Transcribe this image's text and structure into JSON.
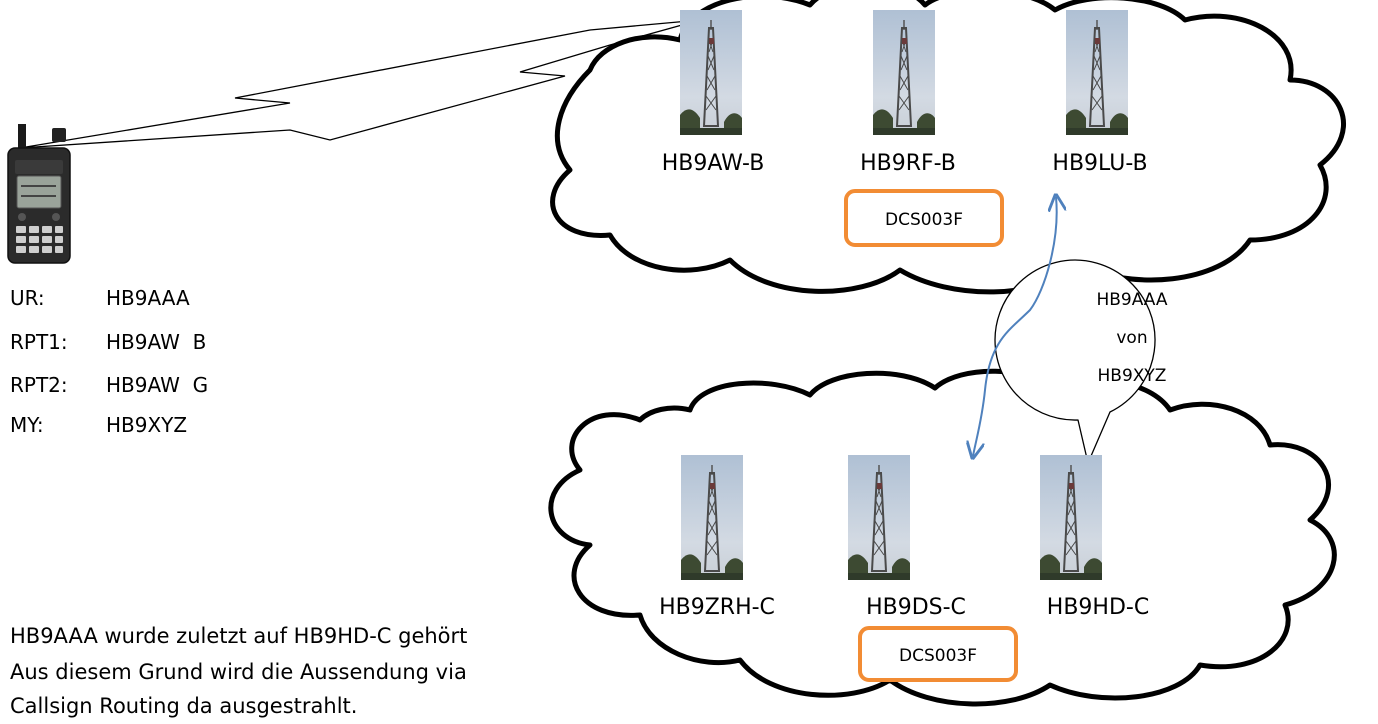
{
  "colors": {
    "outline": "#000000",
    "badge_border": "#F28C34",
    "arrow": "#4F81BD",
    "sky": "#BFC9D6",
    "tower": "#4A4A4A",
    "radio_body": "#2B2B2B"
  },
  "cloud_top": {
    "towers": [
      {
        "label": "HB9AW-B"
      },
      {
        "label": "HB9RF-B"
      },
      {
        "label": "HB9LU-B"
      }
    ],
    "badge": "DCS003F"
  },
  "cloud_bottom": {
    "towers": [
      {
        "label": "HB9ZRH-C"
      },
      {
        "label": "HB9DS-C"
      },
      {
        "label": "HB9HD-C"
      }
    ],
    "badge": "DCS003F"
  },
  "bubble": {
    "lines": [
      "HB9AAA",
      "von",
      "HB9XYZ"
    ]
  },
  "radio_config": [
    {
      "key": "UR:",
      "value": "HB9AAA"
    },
    {
      "key": "RPT1:",
      "value": "HB9AW  B"
    },
    {
      "key": "RPT2:",
      "value": "HB9AW  G"
    },
    {
      "key": "MY:",
      "value": "HB9XYZ"
    }
  ],
  "note": [
    "HB9AAA wurde zuletzt auf HB9HD-C gehört",
    "Aus diesem Grund wird die Aussendung via",
    "Callsign Routing da ausgestrahlt."
  ]
}
